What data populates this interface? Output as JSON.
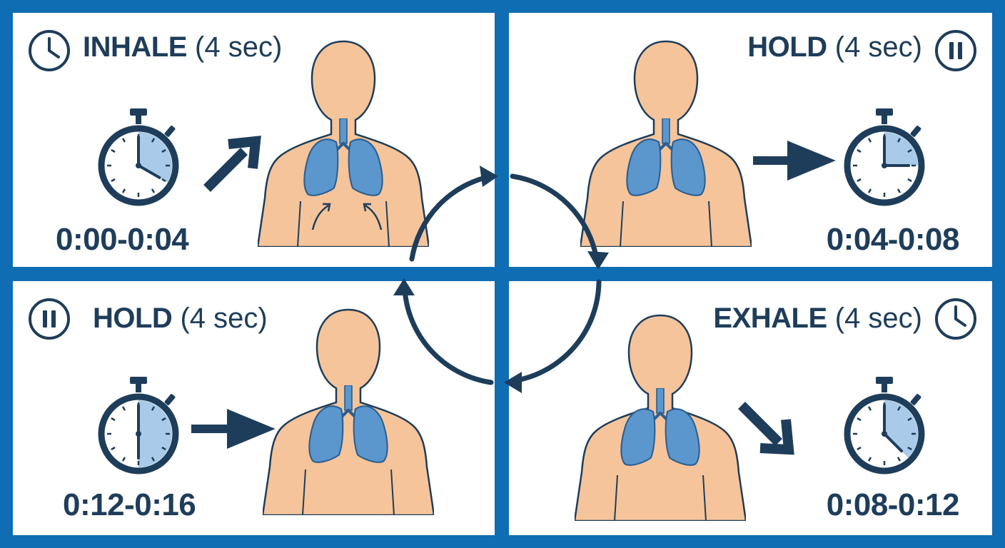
{
  "colors": {
    "frame": "#0f6db3",
    "navy": "#1e3d5a",
    "skin": "#f6c49a",
    "lung": "#5b97cc",
    "lung_dark": "#2a5f93",
    "fill": "#a9cbe9"
  },
  "phases": [
    {
      "id": "inhale",
      "name": "INHALE",
      "duration": "(4 sec)",
      "range": "0:00-0:04",
      "icon": "clock-icon",
      "timer_fraction": 0.333
    },
    {
      "id": "hold1",
      "name": "HOLD",
      "duration": "(4 sec)",
      "range": "0:04-0:08",
      "icon": "pause-icon",
      "timer_fraction": 0.25
    },
    {
      "id": "exhale",
      "name": "EXHALE",
      "duration": "(4 sec)",
      "range": "0:08-0:12",
      "icon": "clock-icon",
      "timer_fraction": 0.375
    },
    {
      "id": "hold2",
      "name": "HOLD",
      "duration": "(4 sec)",
      "range": "0:12-0:16",
      "icon": "pause-icon",
      "timer_fraction": 0.5
    }
  ]
}
